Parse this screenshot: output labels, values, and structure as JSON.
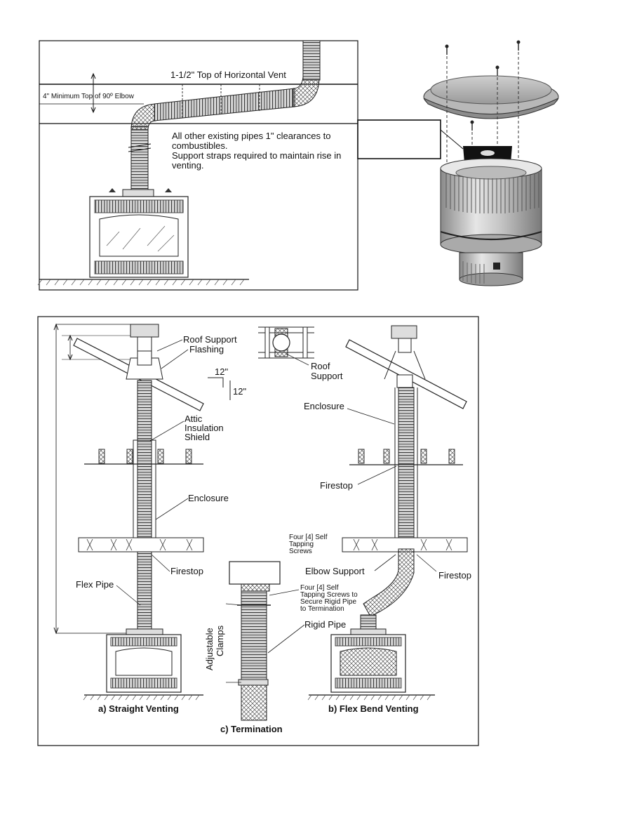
{
  "top_diagram": {
    "label_top_horizontal_vent": "1-1/2\" Top of Horizontal Vent",
    "label_min_top_elbow": "4\" Minimum Top of 90º Elbow",
    "notes": [
      "All other existing pipes 1\" clearances to",
      "combustibles.",
      "Support straps required to maintain rise in",
      "venting."
    ]
  },
  "termination_cap": {
    "callout_text": ""
  },
  "bottom_diagram": {
    "straight": {
      "roof_support": "Roof Support",
      "flashing": "Flashing",
      "pitch_run": "12\"",
      "pitch_rise": "12\"",
      "attic_shield": [
        "Attic",
        "Insulation",
        "Shield"
      ],
      "enclosure": "Enclosure",
      "firestop": "Firestop",
      "flex_pipe": "Flex Pipe",
      "caption": "a) Straight Venting"
    },
    "detail": {
      "roof_support": [
        "Roof",
        "Support"
      ]
    },
    "termination": {
      "screws": [
        "Four [4] Self",
        "Tapping Screws to",
        "Secure Rigid Pipe",
        "to Termination"
      ],
      "rigid_pipe": "Rigid Pipe",
      "clamps": [
        "Adjustable",
        "Clamps"
      ],
      "caption": "c) Termination"
    },
    "flex_bend": {
      "enclosure": "Enclosure",
      "firestop_upper": "Firestop",
      "screws": [
        "Four [4] Self",
        "Tapping",
        "Screws"
      ],
      "elbow_support": "Elbow Support",
      "firestop_lower": "Firestop",
      "caption": "b) Flex Bend Venting"
    }
  }
}
